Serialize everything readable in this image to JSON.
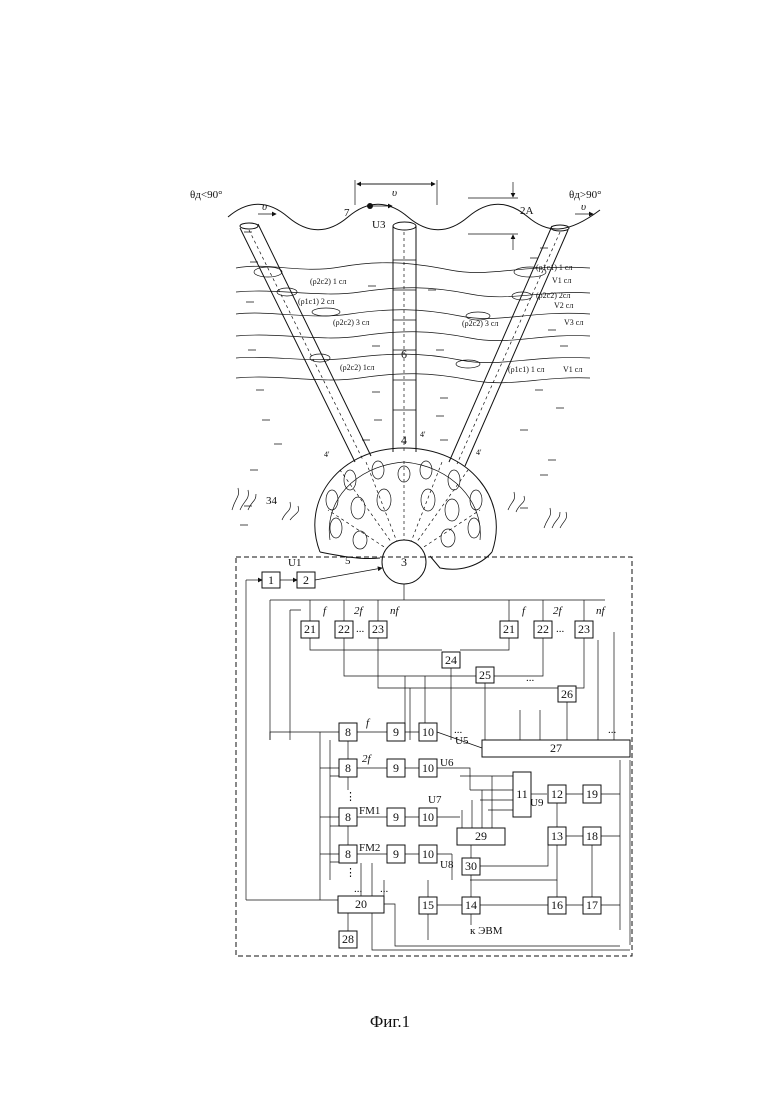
{
  "figure": {
    "caption": "Фиг.1",
    "top_labels": {
      "theta_left": "θд<90°",
      "theta_right": "θд>90°",
      "v_left": "υ",
      "v_right": "υ",
      "v_speed": "υ",
      "amplitude": "2A",
      "wave_label": "7",
      "u3": "U3",
      "tube_center": "6",
      "item4": "4",
      "item4a": "4'",
      "item4b": "4'",
      "item4c": "4'",
      "sphere": "3",
      "dome": "5",
      "plant": "34",
      "emitter_sub_v": "υ"
    },
    "layers": {
      "l1_left": "(ρ2c2) 1 сл",
      "l1_right": "(ρ1c1) 1 сл",
      "v1": "V1 сл",
      "l2_left": "(ρ1c1) 2 сл",
      "l2_right": "(ρ2c2) 2сл",
      "v2": "V2 сл",
      "l3_left": "(ρ2c2) 3 сл",
      "l3_right": "(ρ2c2) 3 сл",
      "v3": "V3 сл",
      "l4_left": "(ρ2c2) 1сл",
      "l4_right": "(ρ1c1) 1 сл",
      "v4": "V1 сл"
    },
    "blocks": {
      "b1": "1",
      "b2": "2",
      "u1": "U1",
      "b21a": "21",
      "b22a": "22",
      "b23a": "23",
      "b21b": "21",
      "b22b": "22",
      "b23b": "23",
      "f1": "f",
      "f2": "2f",
      "fn": "nf",
      "f1b": "f",
      "f2b": "2f",
      "fnb": "nf",
      "b24": "24",
      "b25": "25",
      "b26": "26",
      "b27": "27",
      "b8a": "8",
      "b8b": "8",
      "b8c": "8",
      "b8d": "8",
      "b9a": "9",
      "b9b": "9",
      "b9c": "9",
      "b9d": "9",
      "b10a": "10",
      "b10b": "10",
      "b10c": "10",
      "b10d": "10",
      "lf": "f",
      "l2f": "2f",
      "lfm1": "FM1",
      "lfm2": "FM2",
      "u5": "U5",
      "u6": "U6",
      "u7": "U7",
      "u8": "U8",
      "u9": "U9",
      "b11": "11",
      "b12": "12",
      "b13": "13",
      "b14": "14",
      "b15": "15",
      "b16": "16",
      "b17": "17",
      "b18": "18",
      "b19": "19",
      "b20": "20",
      "b28": "28",
      "b29": "29",
      "b30": "30",
      "evm": "к ЭВМ",
      "dots": "...",
      "vdots": "⋮"
    },
    "icons": [
      "plant-icon",
      "arrow-icon",
      "sphere-icon"
    ]
  }
}
